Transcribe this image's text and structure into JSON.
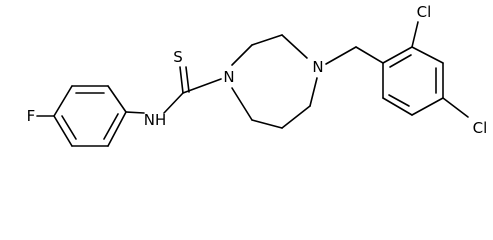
{
  "diagram": {
    "type": "chemical-structure",
    "atom_labels": {
      "sulfur": "S",
      "amine": "NH",
      "ring_nitrogen_1": "N",
      "ring_nitrogen_4": "N",
      "fluorine": "F",
      "chlorine_ortho": "Cl",
      "chlorine_para": "Cl"
    },
    "colors": {
      "bonds": "#000000",
      "labels": "#000000",
      "background": "#ffffff"
    }
  }
}
